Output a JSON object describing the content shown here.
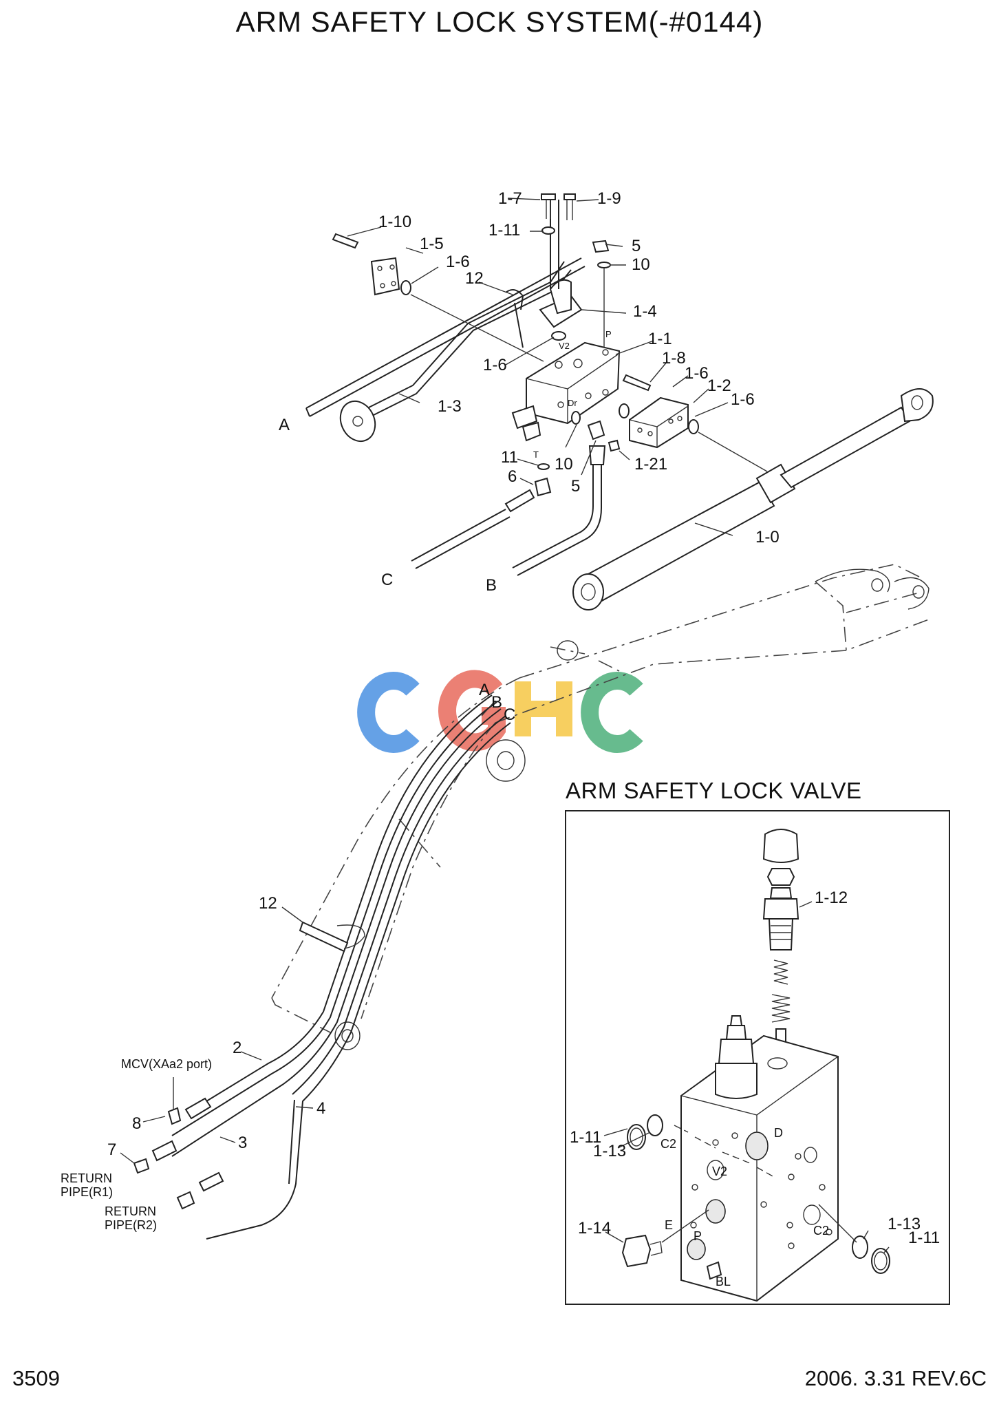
{
  "title": "ARM SAFETY LOCK SYSTEM(-#0144)",
  "page_number": "3509",
  "revision": "2006. 3.31 REV.6C",
  "watermark": {
    "text": "CGHC",
    "colors": [
      "#4a90e2",
      "#e86a5c",
      "#f6c744",
      "#4caf7a"
    ]
  },
  "upper_callouts": {
    "c_1_7": "1-7",
    "c_1_9": "1-9",
    "c_1_10": "1-10",
    "c_1_11": "1-11",
    "c_5_top": "5",
    "c_1_5": "1-5",
    "c_1_6_a": "1-6",
    "c_10_top": "10",
    "c_12_top": "12",
    "c_1_4": "1-4",
    "c_1_1": "1-1",
    "c_1_8": "1-8",
    "c_1_6_b": "1-6",
    "c_1_2": "1-2",
    "c_1_6_c": "1-6",
    "c_1_6_d": "1-6",
    "c_1_3": "1-3",
    "c_A": "A",
    "c_11": "11",
    "c_10_bot": "10",
    "c_1_21": "1-21",
    "c_6": "6",
    "c_5_bot": "5",
    "c_1_0": "1-0",
    "c_C": "C",
    "c_B": "B",
    "port_v2": "V2",
    "port_p": "P",
    "port_dr": "Dr",
    "port_t": "T"
  },
  "arm_callouts": {
    "c_A": "A",
    "c_B": "B",
    "c_C": "C",
    "c_12": "12",
    "c_2": "2",
    "c_3": "3",
    "c_4": "4",
    "c_7": "7",
    "c_8": "8",
    "mcv": "MCV(XAa2 port)",
    "return_r1_a": "RETURN",
    "return_r1_b": "PIPE(R1)",
    "return_r2_a": "RETURN",
    "return_r2_b": "PIPE(R2)"
  },
  "inset": {
    "title": "ARM SAFETY LOCK VALVE",
    "c_1_12": "1-12",
    "c_1_11_l": "1-11",
    "c_1_13_l": "1-13",
    "c_1_14": "1-14",
    "c_1_13_r": "1-13",
    "c_1_11_r": "1-11",
    "port_c2_l": "C2",
    "port_d": "D",
    "port_v2": "V2",
    "port_e": "E",
    "port_p": "P",
    "port_bl": "BL",
    "port_c2_r": "C2"
  }
}
